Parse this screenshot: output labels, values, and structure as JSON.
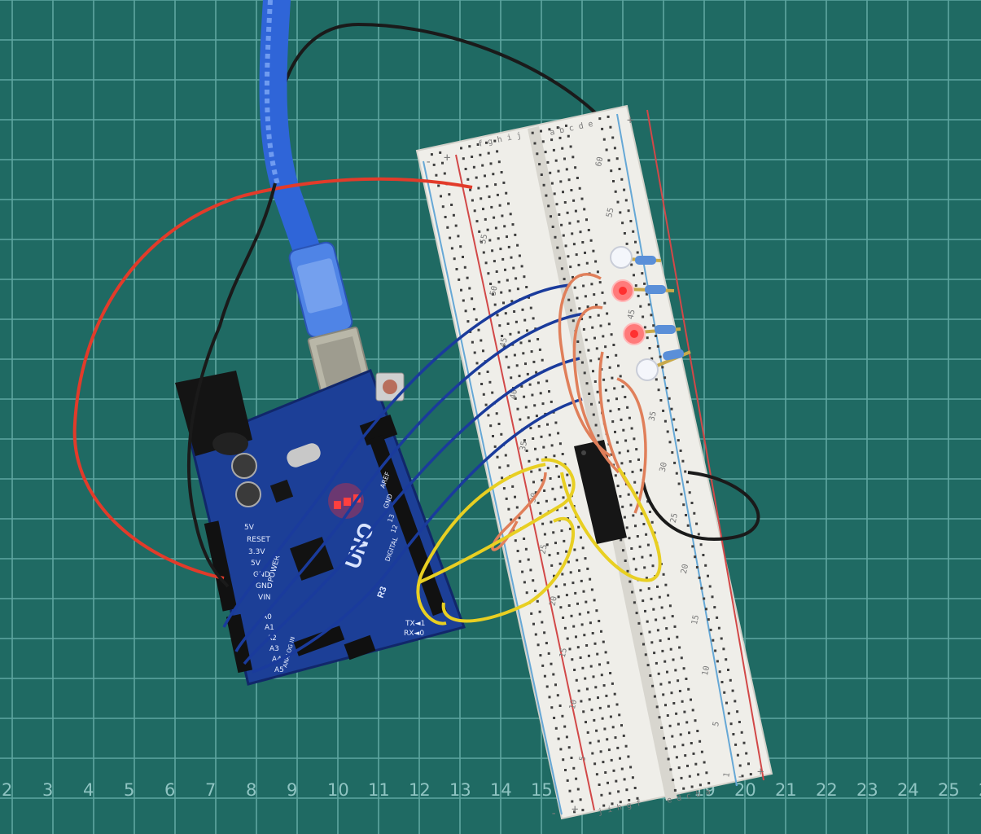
{
  "ruler": {
    "numbers": [
      "2",
      "3",
      "4",
      "5",
      "6",
      "7",
      "8",
      "9",
      "10",
      "11",
      "12",
      "13",
      "14",
      "15",
      "16",
      "17",
      "18",
      "19",
      "20",
      "21",
      "22",
      "23",
      "24",
      "25",
      "2"
    ]
  },
  "breadboard": {
    "top_letters_left": "f g h i j",
    "top_letters_right": "a b c d e",
    "bottom_letters_left": "j i h g f",
    "bottom_letters_right": "e d c b a",
    "row_numbers_left": [
      "55",
      "50",
      "45",
      "40",
      "35",
      "30",
      "25",
      "20",
      "15",
      "10",
      "5"
    ],
    "row_numbers_right": [
      "60",
      "55",
      "50",
      "45",
      "40",
      "35",
      "30",
      "25",
      "20",
      "15",
      "10",
      "5",
      "1"
    ],
    "rail_plus": "+",
    "rail_minus": "-"
  },
  "arduino": {
    "model": "UNO",
    "revision": "R3",
    "power_header_labels": [
      "5V",
      "RESET",
      "3.3V",
      "5V",
      "GND",
      "GND",
      "VIN"
    ],
    "power_section_label": "POWER",
    "analog_labels": [
      "A0",
      "A1",
      "A2",
      "A3",
      "A4",
      "A5"
    ],
    "analog_section_label": "ANALOG IN",
    "digital_section_label": "DIGITAL",
    "tx_label": "TX◄1",
    "rx_label": "RX◄0",
    "aref_label": "AREF",
    "gnd_label": "GND",
    "pin13_label": "13",
    "pin12_label": "12"
  },
  "colors": {
    "mat": "#1f6a63",
    "grid": "#5fa6a1",
    "board": "#1c3f97",
    "breadboard": "#efeee9",
    "wire_blue": "#1a3b9c",
    "wire_yellow": "#e8cf22",
    "wire_orange": "#e07f5a",
    "wire_red": "#e23b2a",
    "wire_black": "#1a1a1a",
    "usb_cable": "#2f65d8",
    "led_red": "#ff4a4a"
  }
}
